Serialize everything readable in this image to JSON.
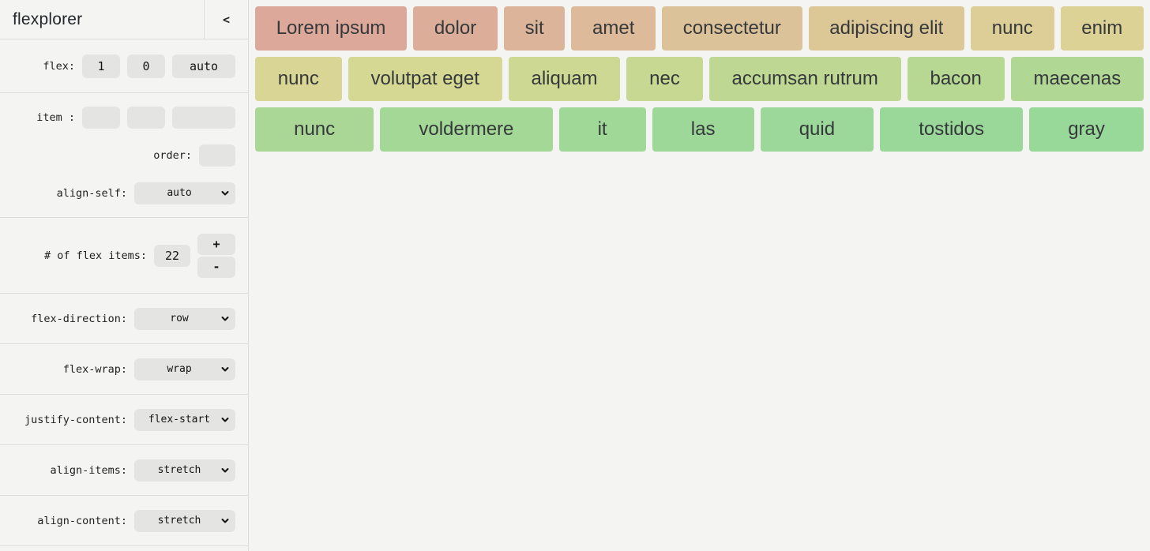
{
  "app": {
    "title": "flexplorer",
    "collapse_icon": "<"
  },
  "colors": {
    "page_bg": "#f4f4f3",
    "divider": "#dcdcdc",
    "control_bg": "#e4e4e3",
    "item_text": "#36393b"
  },
  "sidebar": {
    "flex_row": {
      "label": "flex:",
      "values": [
        "1",
        "0",
        "auto"
      ]
    },
    "item_row": {
      "label": "item :",
      "values": [
        "",
        "",
        ""
      ]
    },
    "order_row": {
      "label": "order:",
      "value": ""
    },
    "align_self_row": {
      "label": "align-self:",
      "value": "auto"
    },
    "count_row": {
      "label": "# of flex items:",
      "value": "22",
      "increment_label": "+",
      "decrement_label": "-"
    },
    "selects": [
      {
        "name": "flex-direction",
        "label": "flex-direction:",
        "value": "row"
      },
      {
        "name": "flex-wrap",
        "label": "flex-wrap:",
        "value": "wrap"
      },
      {
        "name": "justify-content",
        "label": "justify-content:",
        "value": "flex-start"
      },
      {
        "name": "align-items",
        "label": "align-items:",
        "value": "stretch"
      },
      {
        "name": "align-content",
        "label": "align-content:",
        "value": "stretch"
      }
    ]
  },
  "main": {
    "items": [
      {
        "label": "Lorem ipsum",
        "color": "#dca89a",
        "min_width": 181
      },
      {
        "label": "dolor",
        "color": "#dcae9a",
        "min_width": 105
      },
      {
        "label": "sit",
        "color": "#dcb49a",
        "min_width": 73
      },
      {
        "label": "amet",
        "color": "#dcba9a",
        "min_width": 105
      },
      {
        "label": "consectetur",
        "color": "#dcc298",
        "min_width": 170
      },
      {
        "label": "adipiscing elit",
        "color": "#dcc897",
        "min_width": 196
      },
      {
        "label": "nunc",
        "color": "#dcce96",
        "min_width": 99
      },
      {
        "label": "enim",
        "color": "#dcd295",
        "min_width": 101
      },
      {
        "label": "nunc",
        "color": "#d9d594",
        "min_width": 105
      },
      {
        "label": "volutpat eget",
        "color": "#d4d892",
        "min_width": 194
      },
      {
        "label": "aliquam",
        "color": "#cdd892",
        "min_width": 140
      },
      {
        "label": "nec",
        "color": "#c6d892",
        "min_width": 90
      },
      {
        "label": "accumsan rutrum",
        "color": "#bed893",
        "min_width": 236
      },
      {
        "label": "bacon",
        "color": "#b6d893",
        "min_width": 116
      },
      {
        "label": "maecenas",
        "color": "#b0d894",
        "min_width": 157
      },
      {
        "label": "nunc",
        "color": "#aad795",
        "min_width": 143
      },
      {
        "label": "voldermere",
        "color": "#a4d896",
        "min_width": 213
      },
      {
        "label": "it",
        "color": "#a0d897",
        "min_width": 110
      },
      {
        "label": "las",
        "color": "#9dd898",
        "min_width": 122
      },
      {
        "label": "quid",
        "color": "#9bd899",
        "min_width": 140
      },
      {
        "label": "tostidos",
        "color": "#99d899",
        "min_width": 175
      },
      {
        "label": "gray",
        "color": "#98d899",
        "min_width": 138
      }
    ]
  }
}
